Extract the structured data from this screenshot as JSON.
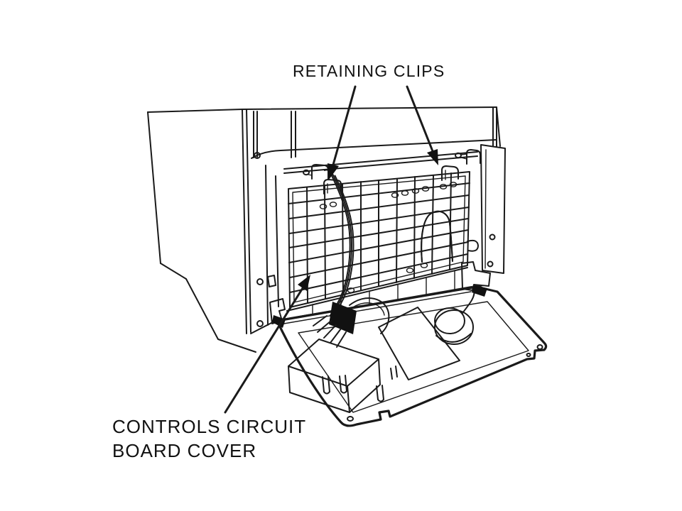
{
  "diagram": {
    "background_color": "#ffffff",
    "line_color": "#1a1a1a",
    "labels": {
      "retaining_clips": {
        "text": "RETAINING CLIPS"
      },
      "controls_cover": {
        "lines": [
          "CONTROLS CIRCUIT",
          "BOARD COVER"
        ]
      }
    }
  }
}
